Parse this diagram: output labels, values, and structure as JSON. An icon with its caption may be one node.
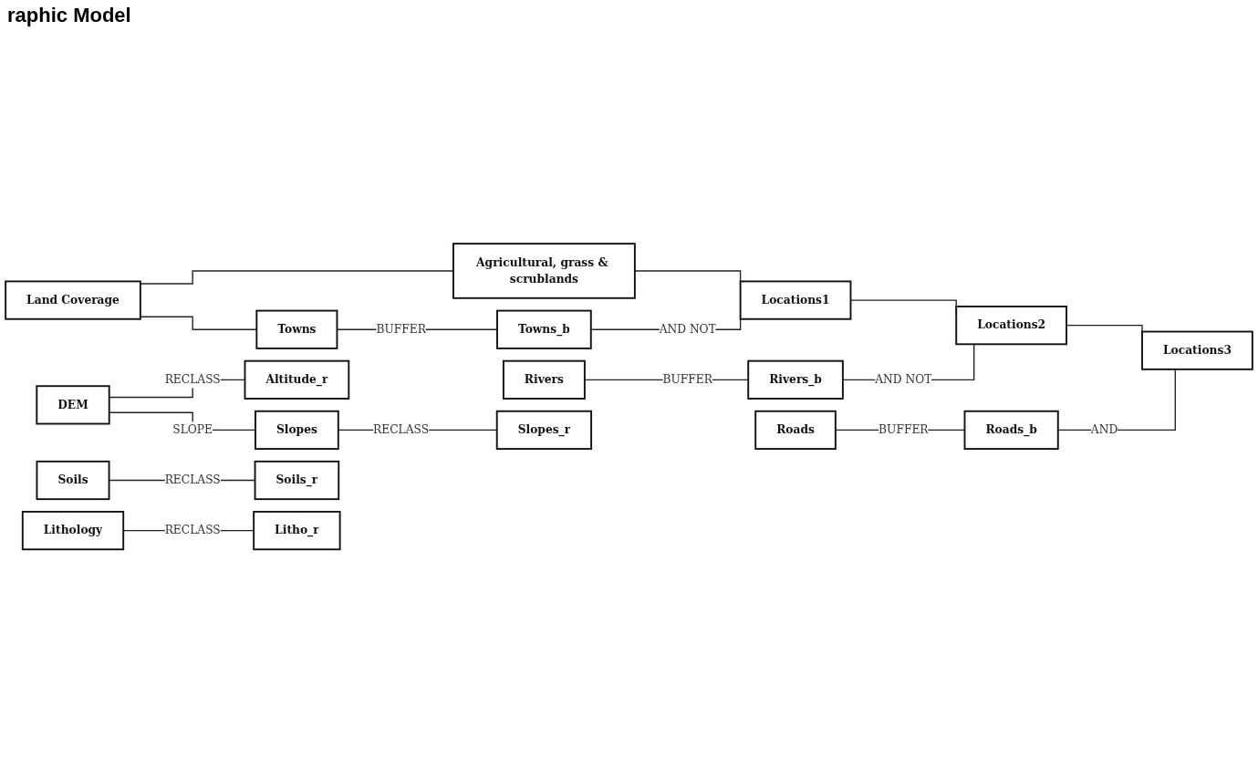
{
  "diagram": {
    "title": "raphic Model",
    "nodes": [
      {
        "text": [
          "Land Coverage"
        ]
      },
      {
        "text": [
          "Agricultural, grass & scrublands"
        ]
      },
      {
        "text": [
          "Towns"
        ]
      },
      {
        "text": [
          "Towns_b"
        ]
      },
      {
        "text": [
          "Locations1"
        ]
      },
      {
        "text": [
          "Rivers"
        ]
      },
      {
        "text": [
          "Rivers_b"
        ]
      },
      {
        "text": [
          "Locations2"
        ]
      },
      {
        "text": [
          "Roads"
        ]
      },
      {
        "text": [
          "Roads_b"
        ]
      },
      {
        "text": [
          "Locations3"
        ]
      },
      {
        "text": [
          "DEM"
        ]
      },
      {
        "text": [
          "Altitude_r"
        ]
      },
      {
        "text": [
          "Slopes"
        ]
      },
      {
        "text": [
          "Slopes_r"
        ]
      },
      {
        "text": [
          "Soils"
        ]
      },
      {
        "text": [
          "Soils_r"
        ]
      },
      {
        "text": [
          "Lithology"
        ]
      },
      {
        "text": [
          "Litho_r"
        ]
      }
    ],
    "edges": [
      {
        "from": 0,
        "to": 1,
        "arrow": "none"
      },
      {
        "from": 0,
        "to": 2,
        "arrow": "none"
      },
      {
        "from": 2,
        "to": 3,
        "arrow": "none",
        "label": "BUFFER"
      },
      {
        "from": 1,
        "to": 4,
        "arrow": "none"
      },
      {
        "from": 3,
        "to": 4,
        "arrow": "none",
        "label": "AND NOT"
      },
      {
        "from": 5,
        "to": 6,
        "arrow": "none",
        "label": "BUFFER"
      },
      {
        "from": 4,
        "to": 7,
        "arrow": "none"
      },
      {
        "from": 6,
        "to": 7,
        "arrow": "none",
        "label": "AND NOT"
      },
      {
        "from": 8,
        "to": 9,
        "arrow": "none",
        "label": "BUFFER"
      },
      {
        "from": 7,
        "to": 10,
        "arrow": "none"
      },
      {
        "from": 9,
        "to": 10,
        "arrow": "none",
        "label": "AND"
      },
      {
        "from": 11,
        "to": 12,
        "arrow": "none",
        "label": "RECLASS"
      },
      {
        "from": 11,
        "to": 13,
        "arrow": "none",
        "label": "SLOPE"
      },
      {
        "from": 13,
        "to": 14,
        "arrow": "none",
        "label": "RECLASS"
      },
      {
        "from": 15,
        "to": 16,
        "arrow": "none",
        "label": "RECLASS"
      },
      {
        "from": 17,
        "to": 18,
        "arrow": "none",
        "label": "RECLASS"
      }
    ]
  }
}
